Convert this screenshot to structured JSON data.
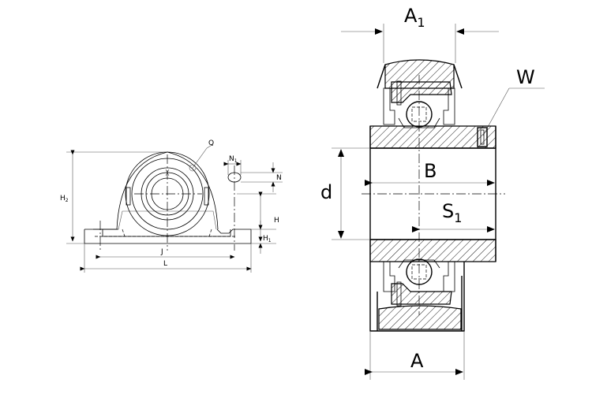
{
  "front_view": {
    "labels": {
      "H2": "H",
      "H2_sub": "2",
      "Q": "Q",
      "N1": "N",
      "N1_sub": "1",
      "N": "N",
      "H": "H",
      "H1": "H",
      "H1_sub": "1",
      "J": "J",
      "L": "L"
    }
  },
  "section_view": {
    "labels": {
      "A1": "A",
      "A1_sub": "1",
      "W": "W",
      "d": "d",
      "B": "B",
      "S1": "S",
      "S1_sub": "1",
      "A": "A"
    }
  }
}
